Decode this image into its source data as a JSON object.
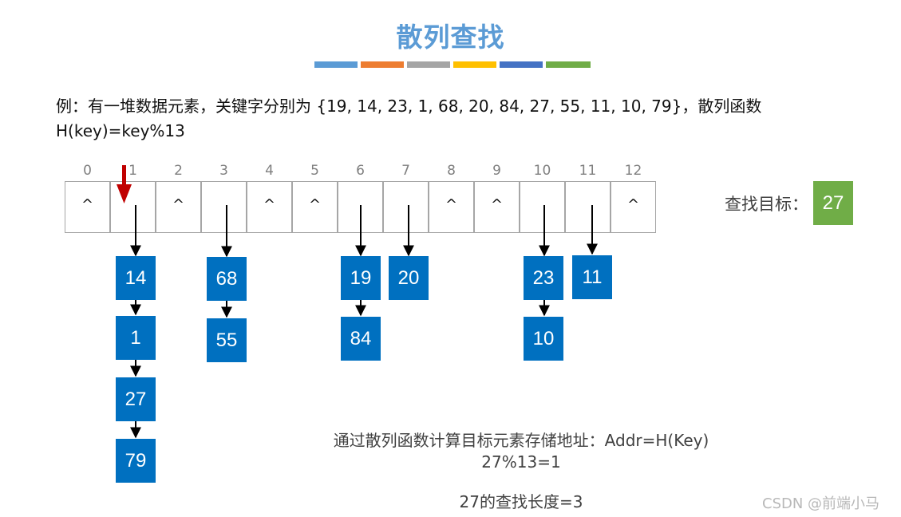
{
  "title": "散列查找",
  "title_bar_colors": [
    "#5b9bd5",
    "#ed7d31",
    "#a5a5a5",
    "#ffc000",
    "#4472c4",
    "#70ad47"
  ],
  "intro": {
    "line1": "例：有一堆数据元素，关键字分别为 {19, 14, 23, 1, 68, 20, 84, 27, 55, 11, 10, 79}，散列函数",
    "line2": "H(key)=key%13"
  },
  "table": {
    "indices": [
      "0",
      "1",
      "2",
      "3",
      "4",
      "5",
      "6",
      "7",
      "8",
      "9",
      "10",
      "11",
      "12"
    ],
    "cells": [
      "^",
      "",
      "^",
      "",
      "^",
      "^",
      "",
      "",
      "^",
      "^",
      "",
      "",
      "^"
    ]
  },
  "chains": [
    {
      "slot": 1,
      "values": [
        "14",
        "1",
        "27",
        "79"
      ]
    },
    {
      "slot": 3,
      "values": [
        "68",
        "55"
      ]
    },
    {
      "slot": 6,
      "values": [
        "19",
        "84"
      ]
    },
    {
      "slot": 7,
      "values": [
        "20"
      ]
    },
    {
      "slot": 10,
      "values": [
        "23",
        "10"
      ]
    },
    {
      "slot": 11,
      "values": [
        "11"
      ]
    }
  ],
  "colors": {
    "node": "#0070c0",
    "target": "#70ad47",
    "pointer": "#c00000",
    "title": "#5b9bd5"
  },
  "target": {
    "label": "查找目标：",
    "value": "27"
  },
  "explanation": {
    "line1": "通过散列函数计算目标元素存储地址：Addr=H(Key)",
    "line2": "27%13=1",
    "line3": "27的查找长度=3"
  },
  "watermark": "CSDN @前端小马"
}
